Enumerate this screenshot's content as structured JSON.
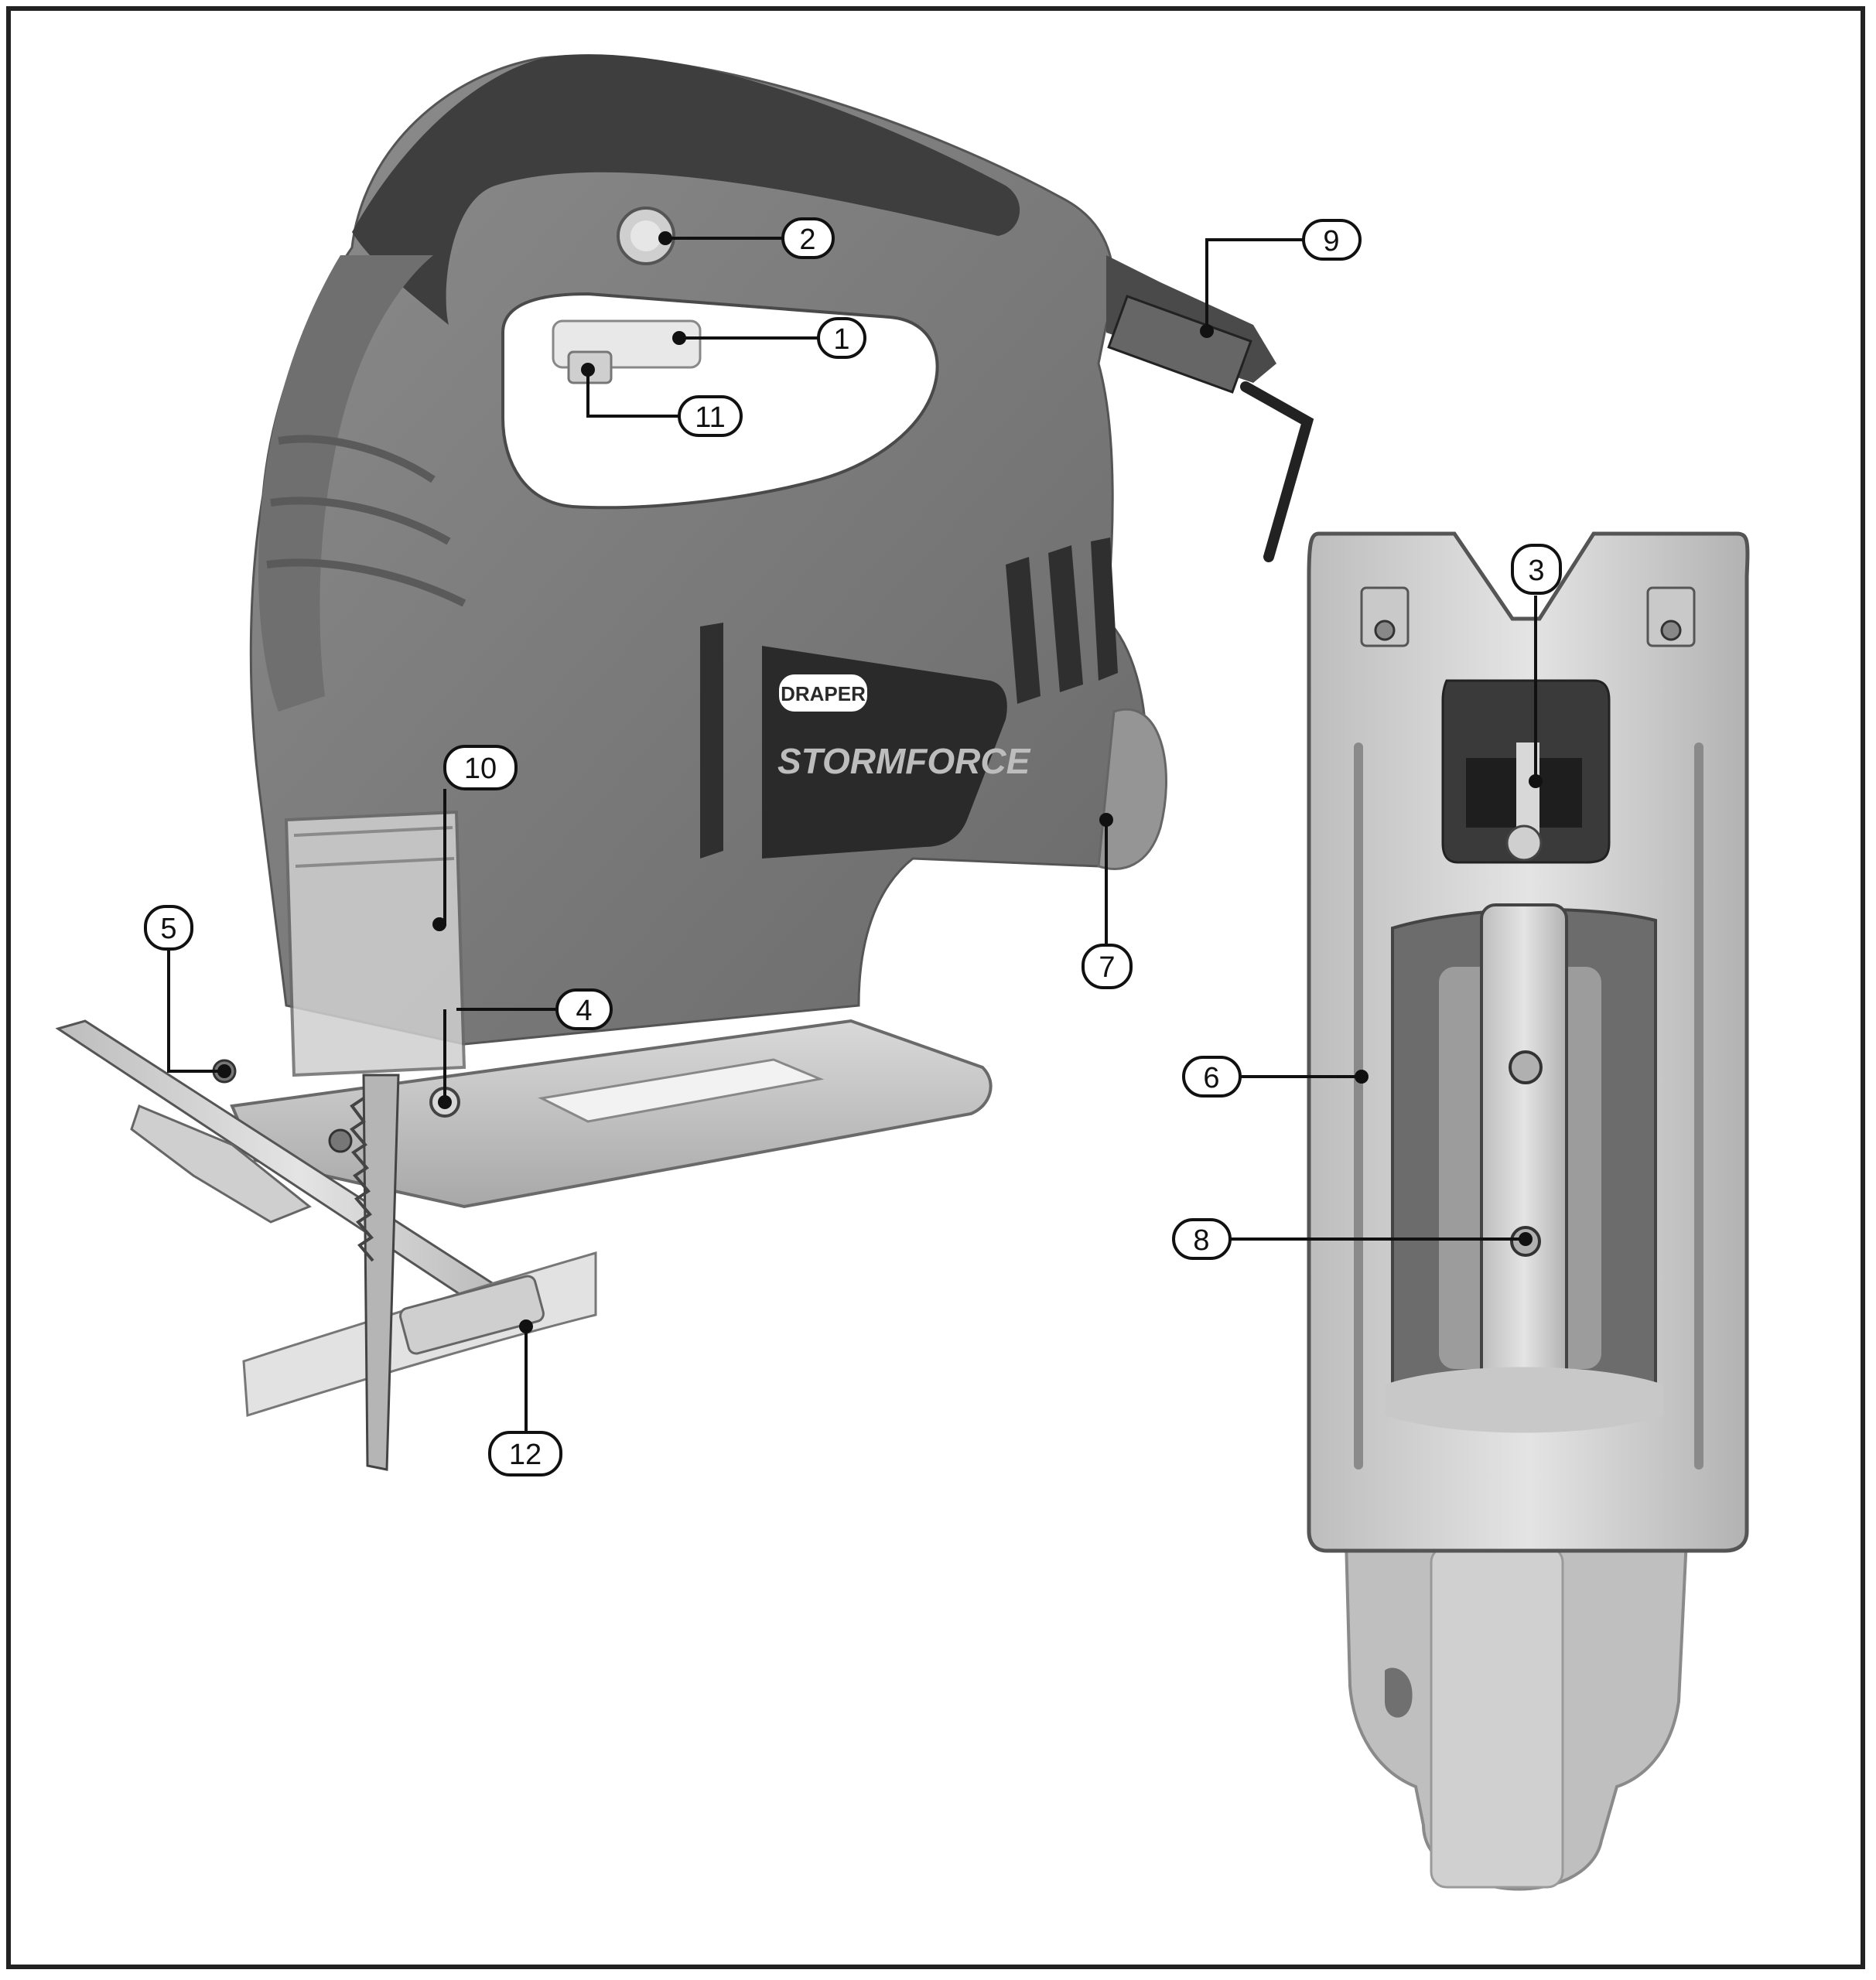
{
  "brand": {
    "logo_text": "DRAPER",
    "product_line": "STORMFORCE"
  },
  "callouts": [
    {
      "id": "1",
      "label": "1"
    },
    {
      "id": "2",
      "label": "2"
    },
    {
      "id": "3",
      "label": "3"
    },
    {
      "id": "4",
      "label": "4"
    },
    {
      "id": "5",
      "label": "5"
    },
    {
      "id": "6",
      "label": "6"
    },
    {
      "id": "7",
      "label": "7"
    },
    {
      "id": "8",
      "label": "8"
    },
    {
      "id": "9",
      "label": "9"
    },
    {
      "id": "10",
      "label": "10"
    },
    {
      "id": "11",
      "label": "11"
    },
    {
      "id": "12",
      "label": "12"
    }
  ],
  "colors": {
    "body_grey": "#7a7a7a",
    "dark_grip": "#3e3e3e",
    "metal_light": "#d6d6d6",
    "metal_mid": "#a9a9a9",
    "outline": "#111111"
  }
}
